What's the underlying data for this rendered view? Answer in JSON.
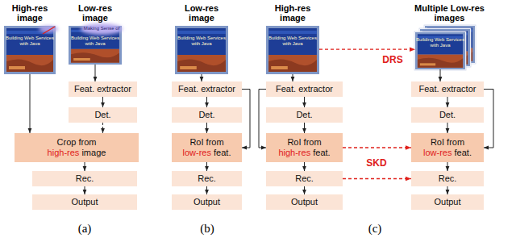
{
  "diagram": {
    "nodes": [
      {
        "text": [
          "High-res image"
        ]
      },
      {
        "text": [
          "Low-res image"
        ]
      },
      {
        "text": [
          "Feat. extractor"
        ]
      },
      {
        "text": [
          "Det."
        ]
      },
      {
        "text": [
          "Crop from high-res image"
        ]
      },
      {
        "text": [
          "Rec."
        ]
      },
      {
        "text": [
          "Output"
        ]
      },
      {
        "text": [
          "Low-res image"
        ]
      },
      {
        "text": [
          "Feat. extractor"
        ]
      },
      {
        "text": [
          "Det."
        ]
      },
      {
        "text": [
          "RoI from low-res feat."
        ]
      },
      {
        "text": [
          "Rec."
        ]
      },
      {
        "text": [
          "Output"
        ]
      },
      {
        "text": [
          "High-res image"
        ]
      },
      {
        "text": [
          "Multiple Low-res images"
        ]
      },
      {
        "text": [
          "Feat. extractor"
        ]
      },
      {
        "text": [
          "Det."
        ]
      },
      {
        "text": [
          "RoI from high-res feat."
        ]
      },
      {
        "text": [
          "Rec."
        ]
      },
      {
        "text": [
          "Output"
        ]
      },
      {
        "text": [
          "Feat. extractor"
        ]
      },
      {
        "text": [
          "Det."
        ]
      },
      {
        "text": [
          "RoI from low-res feat."
        ]
      },
      {
        "text": [
          "Rec."
        ]
      },
      {
        "text": [
          "Output"
        ]
      }
    ],
    "edges": [
      {
        "from": 0,
        "to": 4,
        "arrow": "to"
      },
      {
        "from": 1,
        "to": 2,
        "arrow": "to"
      },
      {
        "from": 2,
        "to": 3,
        "arrow": "to"
      },
      {
        "from": 3,
        "to": 4,
        "arrow": "to"
      },
      {
        "from": 4,
        "to": 5,
        "arrow": "to"
      },
      {
        "from": 5,
        "to": 6,
        "arrow": "to"
      },
      {
        "from": 7,
        "to": 8,
        "arrow": "to"
      },
      {
        "from": 8,
        "to": 9,
        "arrow": "to"
      },
      {
        "from": 9,
        "to": 10,
        "arrow": "to"
      },
      {
        "from": 8,
        "to": 10,
        "arrow": "to"
      },
      {
        "from": 10,
        "to": 11,
        "arrow": "to"
      },
      {
        "from": 11,
        "to": 12,
        "arrow": "to"
      },
      {
        "from": 13,
        "to": 15,
        "arrow": "to"
      },
      {
        "from": 15,
        "to": 16,
        "arrow": "to"
      },
      {
        "from": 16,
        "to": 17,
        "arrow": "to"
      },
      {
        "from": 15,
        "to": 17,
        "arrow": "to"
      },
      {
        "from": 17,
        "to": 18,
        "arrow": "to"
      },
      {
        "from": 18,
        "to": 19,
        "arrow": "to"
      },
      {
        "from": 13,
        "to": 14,
        "label": "DRS",
        "arrow": "to"
      },
      {
        "from": 14,
        "to": 20,
        "arrow": "to"
      },
      {
        "from": 20,
        "to": 21,
        "arrow": "to"
      },
      {
        "from": 21,
        "to": 22,
        "arrow": "to"
      },
      {
        "from": 20,
        "to": 22,
        "arrow": "to"
      },
      {
        "from": 22,
        "to": 23,
        "arrow": "to"
      },
      {
        "from": 23,
        "to": 24,
        "arrow": "to"
      },
      {
        "from": 17,
        "to": 22,
        "arrow": "to"
      },
      {
        "from": 18,
        "to": 23,
        "arrow": "to"
      }
    ],
    "labels": [
      "Building Web Services with Java",
      "Building Web Services with Java",
      "Making Sense of",
      "Building Web Services with Java",
      "Building Web Services with Java",
      "Building Web Services with Java",
      "SKD",
      "(a)",
      "(b)",
      "(c)"
    ]
  }
}
